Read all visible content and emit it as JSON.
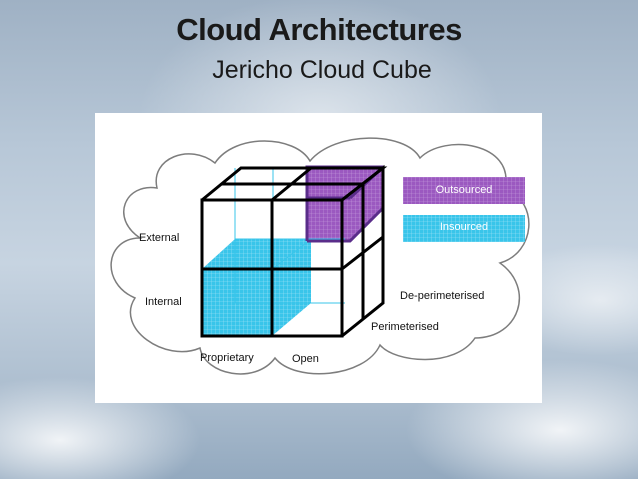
{
  "slide": {
    "title": "Cloud Architectures",
    "subtitle": "Jericho Cloud Cube"
  },
  "diagram": {
    "legend": {
      "outsourced": "Outsourced",
      "insourced": "Insourced"
    },
    "axis_labels": {
      "external": "External",
      "internal": "Internal",
      "proprietary": "Proprietary",
      "open": "Open",
      "de_perimeterised": "De-perimeterised",
      "perimeterised": "Perimeterised"
    },
    "colors": {
      "outsourced": "#9b59c0",
      "insourced": "#39c5ea",
      "cube_edges": "#000000",
      "highlight_edges": "#5a2d8a"
    }
  }
}
